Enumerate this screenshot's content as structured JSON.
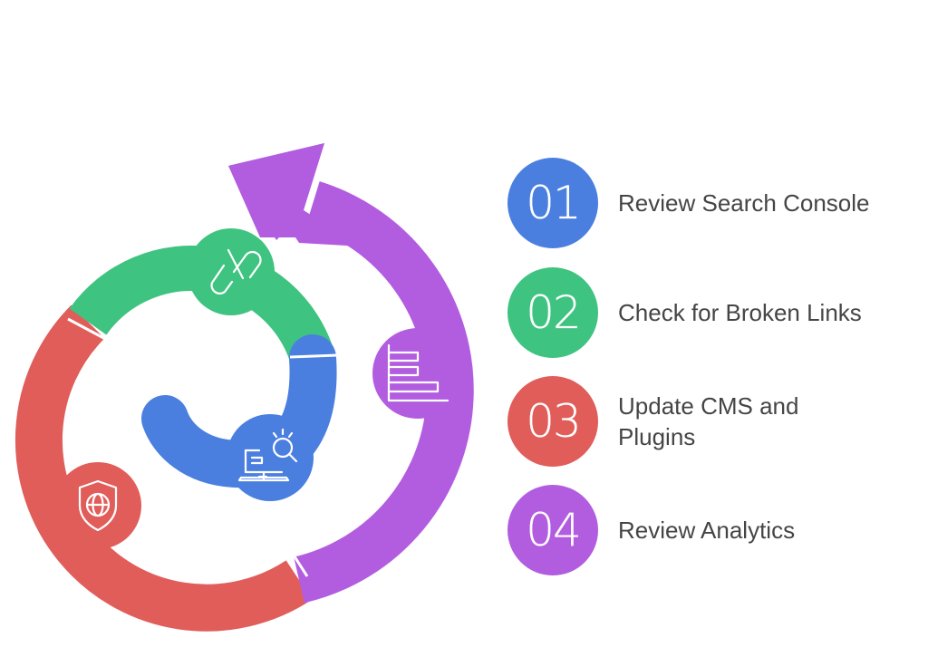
{
  "diagram": {
    "type": "spiral-cycle",
    "steps": [
      {
        "number": "01",
        "label": "Review Search Console",
        "color": "#4a7fe0",
        "icon": "laptop-search-icon"
      },
      {
        "number": "02",
        "label": "Check for Broken Links",
        "color": "#3fc380",
        "icon": "broken-link-icon"
      },
      {
        "number": "03",
        "label": "Update CMS and Plugins",
        "color": "#e05d5a",
        "icon": "shield-globe-icon"
      },
      {
        "number": "04",
        "label": "Review Analytics",
        "color": "#b25ddf",
        "icon": "bar-chart-icon"
      }
    ]
  }
}
